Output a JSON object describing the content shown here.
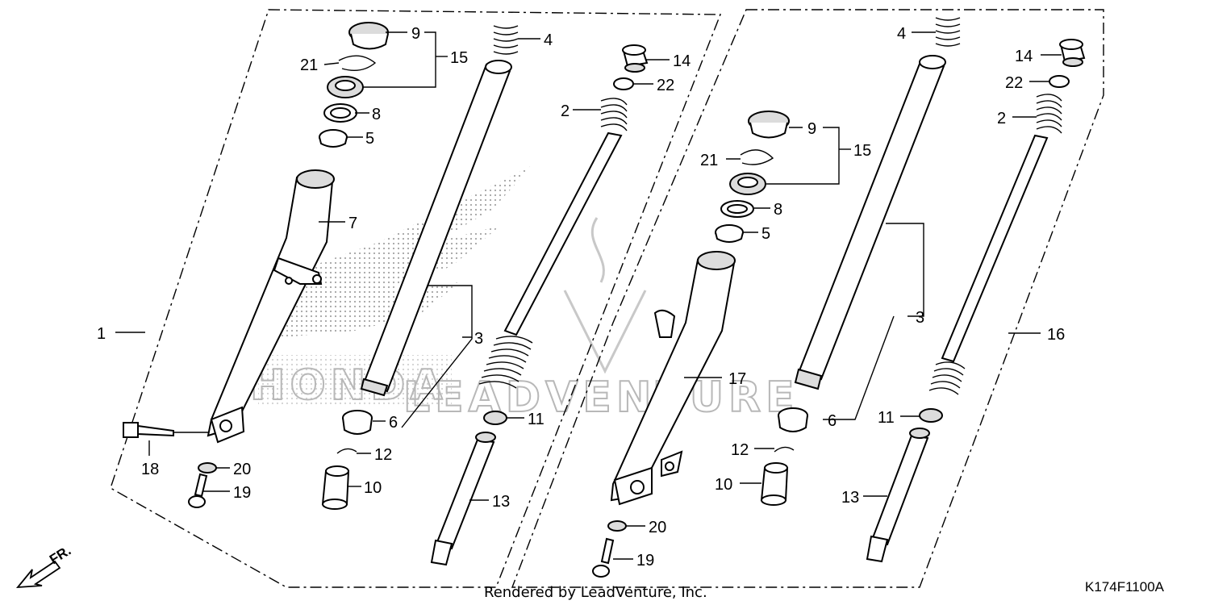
{
  "labels": {
    "l1": "1",
    "l2a": "2",
    "l2b": "2",
    "l3a": "3",
    "l3b": "3",
    "l4a": "4",
    "l4b": "4",
    "l5a": "5",
    "l5b": "5",
    "l6a": "6",
    "l6b": "6",
    "l7": "7",
    "l8a": "8",
    "l8b": "8",
    "l9a": "9",
    "l9b": "9",
    "l10a": "10",
    "l10b": "10",
    "l11a": "11",
    "l11b": "11",
    "l12a": "12",
    "l12b": "12",
    "l13a": "13",
    "l13b": "13",
    "l14a": "14",
    "l14b": "14",
    "l15a": "15",
    "l15b": "15",
    "l16": "16",
    "l17": "17",
    "l18": "18",
    "l19a": "19",
    "l19b": "19",
    "l20a": "20",
    "l20b": "20",
    "l21a": "21",
    "l21b": "21",
    "l22a": "22",
    "l22b": "22"
  },
  "front_label": "FR.",
  "rendered_by": "Rendered by LeadVenture, Inc.",
  "diagram_code": "K174F1100A",
  "watermark_text": "LEADVENTURE",
  "honda_watermark": "HONDA",
  "colors": {
    "ink": "#000000",
    "watermark": "#b8b8b8"
  }
}
